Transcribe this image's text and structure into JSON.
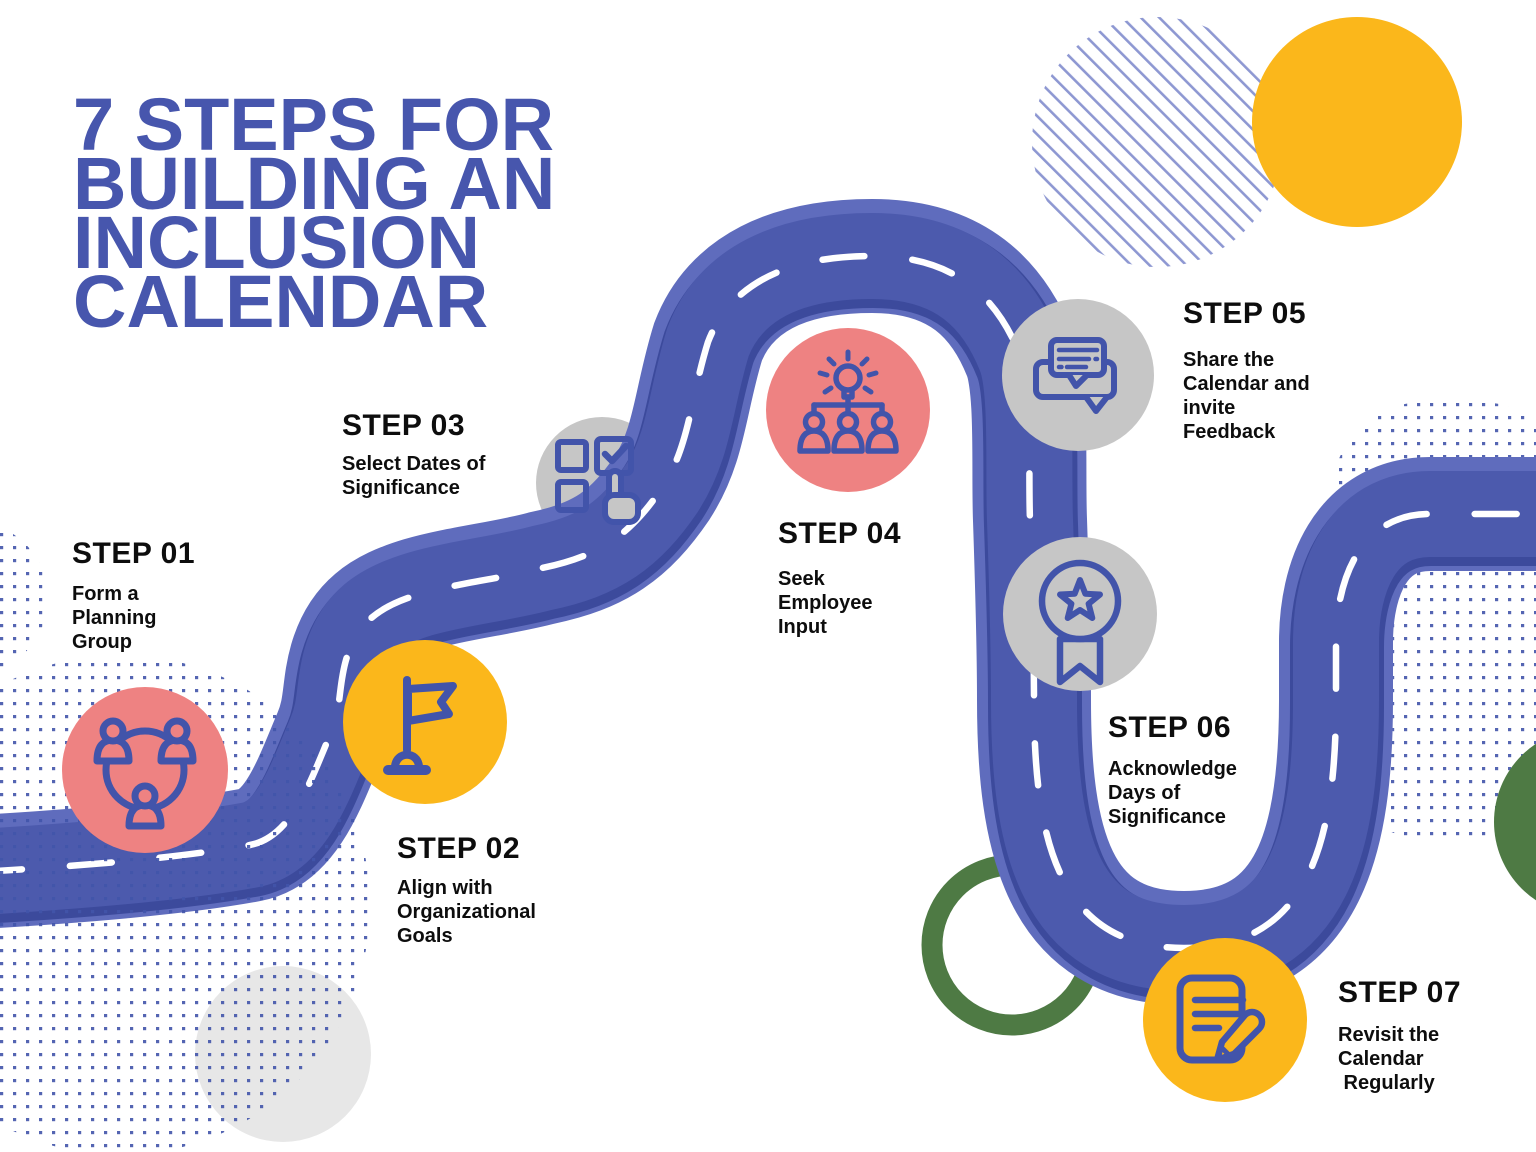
{
  "title": {
    "lines": [
      "7 STEPS FOR",
      "BUILDING AN",
      "INCLUSION",
      "CALENDAR"
    ]
  },
  "steps": [
    {
      "label": "STEP 01",
      "desc_lines": [
        "Form a",
        "Planning",
        "Group"
      ],
      "icon": "people-network-icon",
      "circle_color": "#ee8282"
    },
    {
      "label": "STEP 02",
      "desc_lines": [
        "Align with",
        "Organizational",
        "Goals"
      ],
      "icon": "flag-icon",
      "circle_color": "#fbb71b"
    },
    {
      "label": "STEP 03",
      "desc_lines": [
        "Select Dates of",
        "Significance"
      ],
      "icon": "ballot-checklist-icon",
      "circle_color": "#c6c6c6"
    },
    {
      "label": "STEP 04",
      "desc_lines": [
        "Seek",
        "Employee",
        "Input"
      ],
      "icon": "team-idea-icon",
      "circle_color": "#ee8282"
    },
    {
      "label": "STEP 05",
      "desc_lines": [
        "Share the",
        "Calendar and",
        "invite",
        "Feedback"
      ],
      "icon": "chat-bubbles-icon",
      "circle_color": "#c6c6c6"
    },
    {
      "label": "STEP 06",
      "desc_lines": [
        "Acknowledge",
        "Days of",
        "Significance"
      ],
      "icon": "award-medal-icon",
      "circle_color": "#c6c6c6"
    },
    {
      "label": "STEP 07",
      "desc_lines": [
        "Revisit the",
        "Calendar",
        " Regularly"
      ],
      "icon": "document-edit-icon",
      "circle_color": "#fbb71b"
    }
  ],
  "colors": {
    "background": "#ffffff",
    "title_blue": "#4756ad",
    "text_black": "#0d0d0d",
    "road_main": "#4c5aad",
    "road_light": "#5f6cbd",
    "road_dark": "#3c4a9c",
    "road_dash_white": "#ffffff",
    "icon_stroke_blue": "#4254aa",
    "pink": "#ee8282",
    "yellow": "#fbb71b",
    "gray": "#c6c6c6",
    "light_gray": "#e7e7e7",
    "green": "#4e7a44",
    "dots_blue": "#4254aa",
    "stripe_blue": "#8e98d2"
  }
}
